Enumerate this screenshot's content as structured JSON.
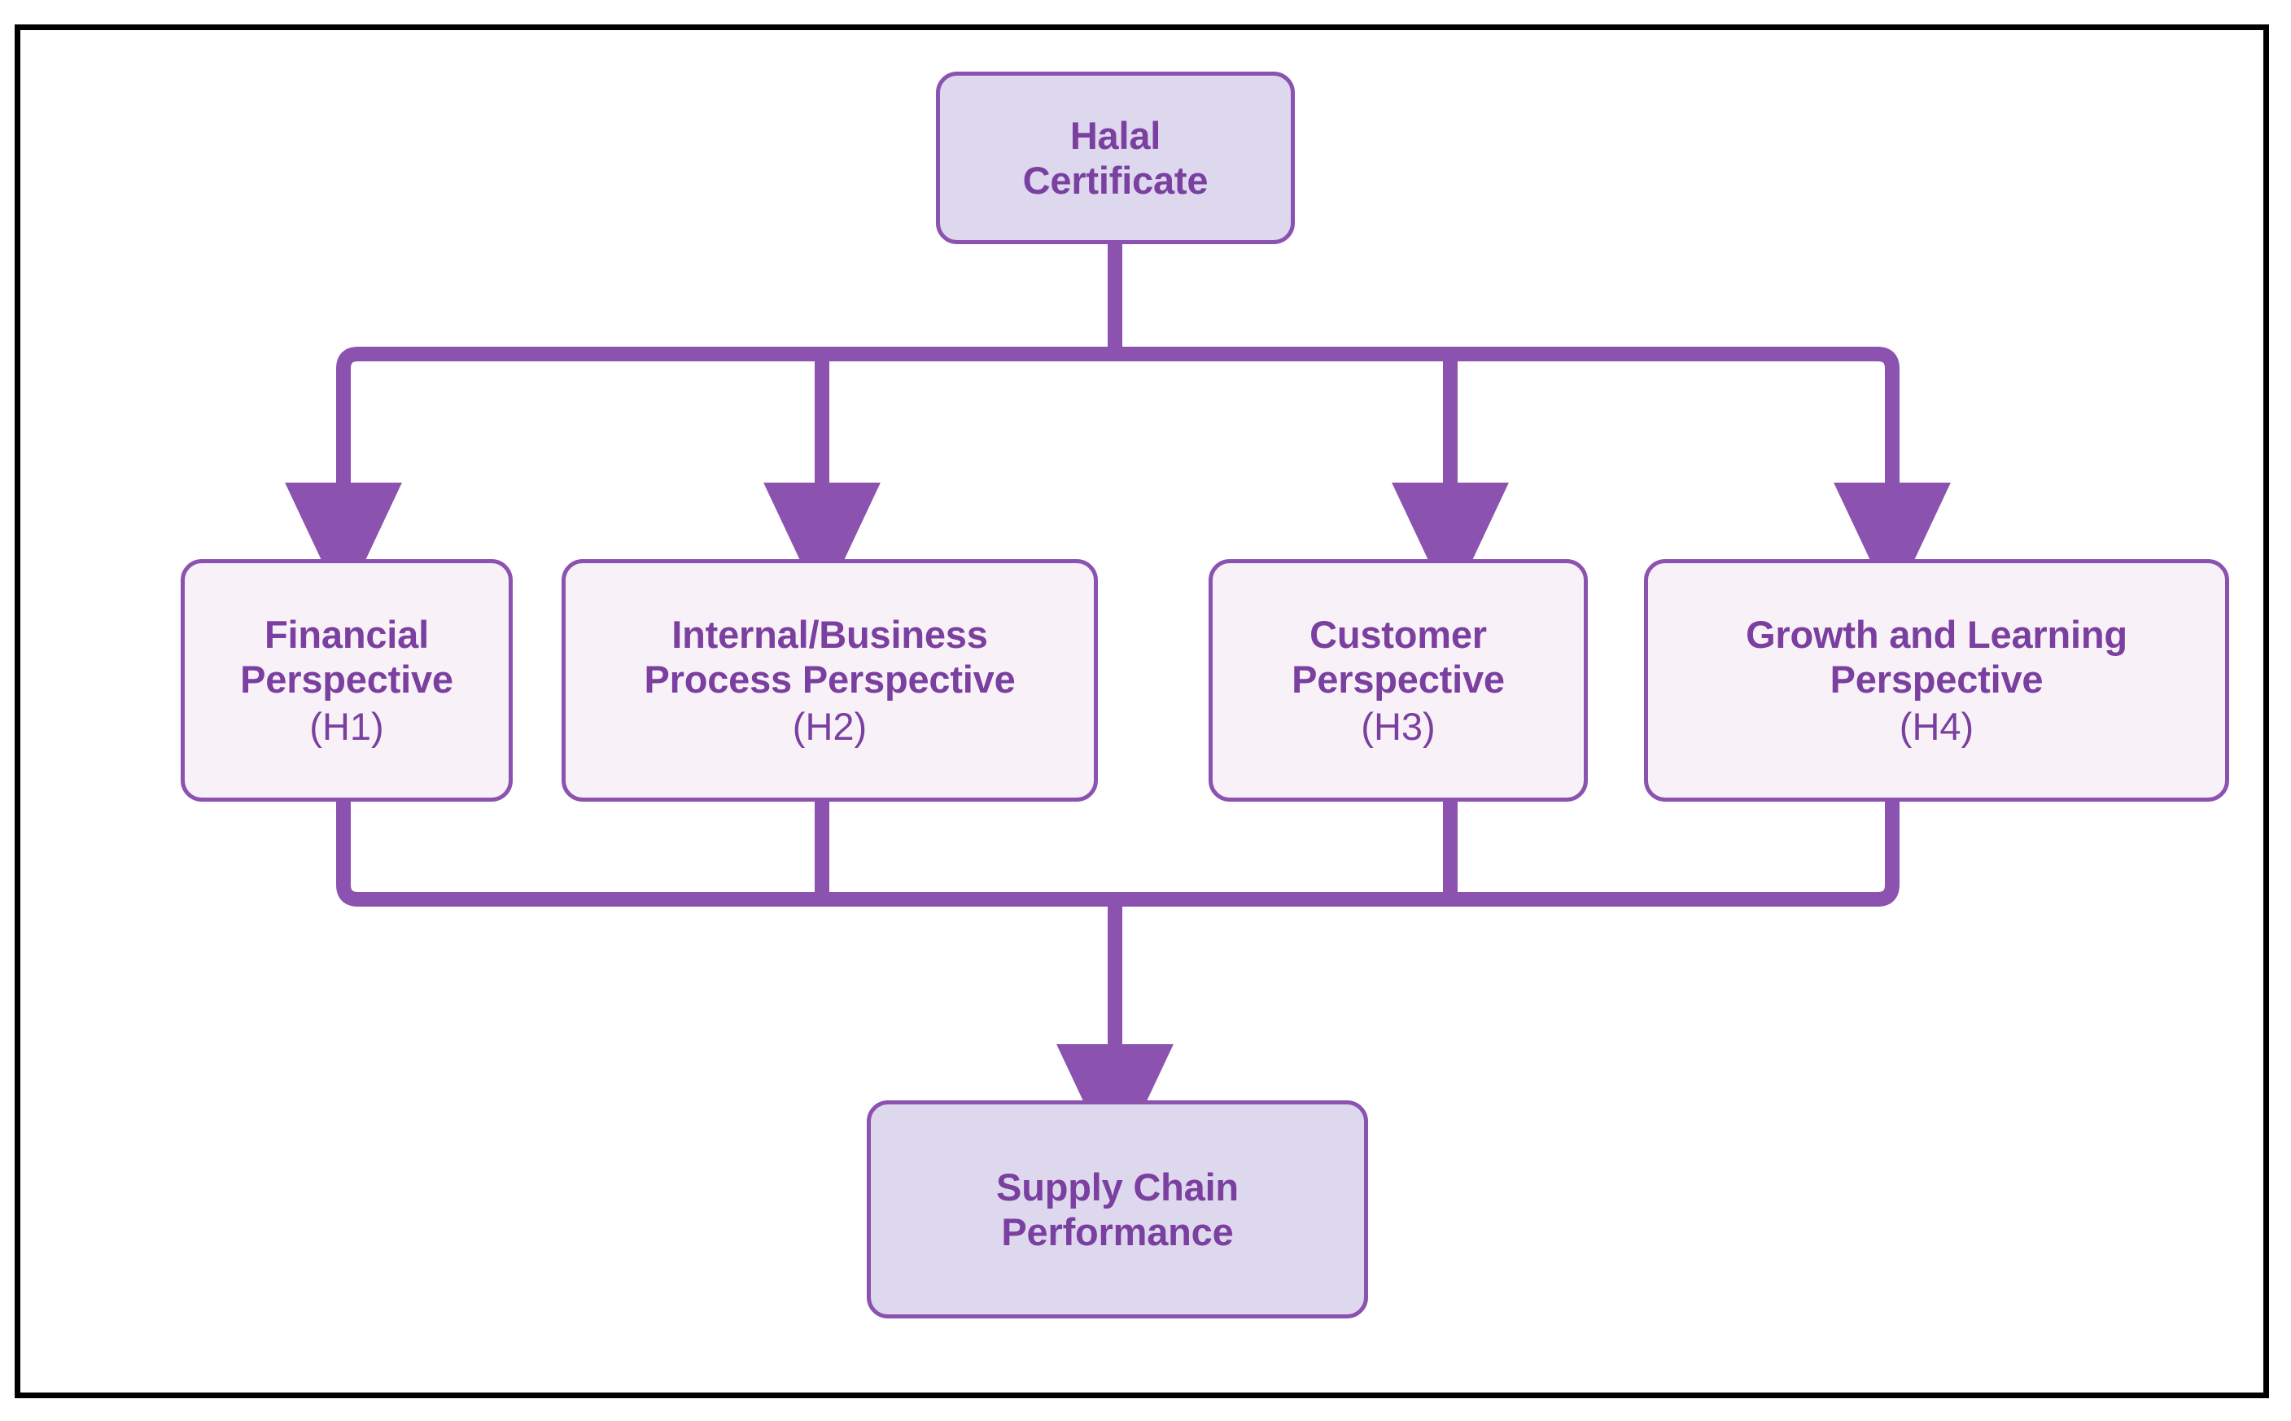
{
  "diagram": {
    "type": "flowchart",
    "orientation": "top-down",
    "colors": {
      "frame": "#000000",
      "connector": "#8c52b0",
      "node_border": "#8c52b0",
      "node_text": "#7b3fa0",
      "accent_fill": "#ddd8ee",
      "plain_fill": "#f8f2f8",
      "background": "#ffffff"
    },
    "nodes": {
      "source": {
        "id": "halal-certificate",
        "title": "Halal\nCertificate",
        "tag": ""
      },
      "perspectives": [
        {
          "id": "financial-perspective",
          "title": "Financial\nPerspective",
          "tag": "(H1)"
        },
        {
          "id": "internal-business-process-perspective",
          "title": "Internal/Business\nProcess Perspective",
          "tag": "(H2)"
        },
        {
          "id": "customer-perspective",
          "title": "Customer\nPerspective",
          "tag": "(H3)"
        },
        {
          "id": "growth-and-learning-perspective",
          "title": "Growth and Learning\nPerspective",
          "tag": "(H4)"
        }
      ],
      "target": {
        "id": "supply-chain-performance",
        "title": "Supply Chain\nPerformance",
        "tag": ""
      }
    },
    "edges": [
      {
        "from": "halal-certificate",
        "to": "financial-perspective"
      },
      {
        "from": "halal-certificate",
        "to": "internal-business-process-perspective"
      },
      {
        "from": "halal-certificate",
        "to": "customer-perspective"
      },
      {
        "from": "halal-certificate",
        "to": "growth-and-learning-perspective"
      },
      {
        "from": "financial-perspective",
        "to": "supply-chain-performance"
      },
      {
        "from": "internal-business-process-perspective",
        "to": "supply-chain-performance"
      },
      {
        "from": "customer-perspective",
        "to": "supply-chain-performance"
      },
      {
        "from": "growth-and-learning-perspective",
        "to": "supply-chain-performance"
      }
    ]
  }
}
